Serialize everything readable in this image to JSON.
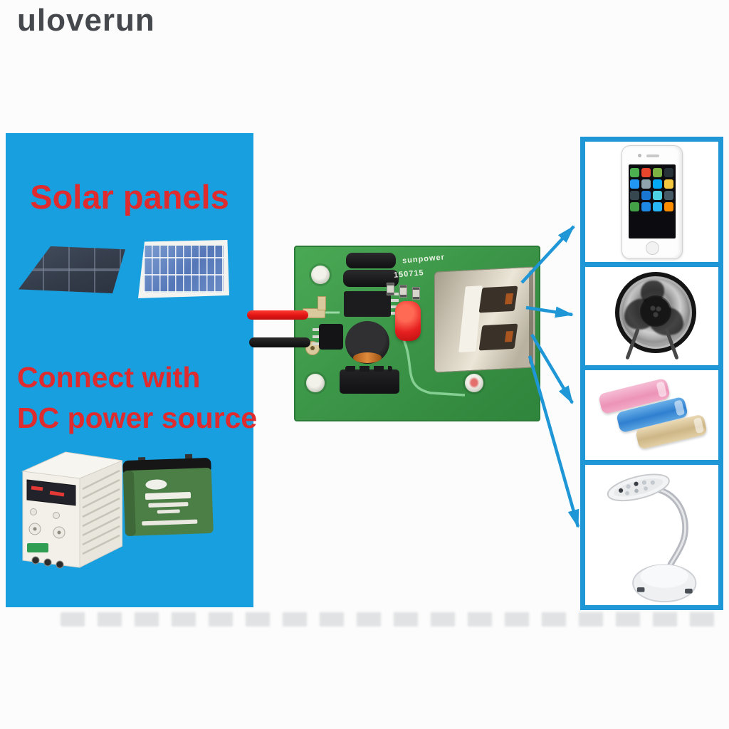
{
  "brand": {
    "watermark_text": "uloverun",
    "text_color": "#45494d"
  },
  "colors": {
    "panel_blue": "#189fe0",
    "heading_red": "#df2b2e",
    "connector_blue": "#1f96d6",
    "pcb_green": "#3f9c4a"
  },
  "left_panel": {
    "heading": "Solar panels",
    "caption_line1": "Connect with",
    "caption_line2": "DC power source",
    "images": [
      "small-solar-panel",
      "framed-solar-panel",
      "bench-power-supply",
      "lead-acid-battery"
    ]
  },
  "pcb": {
    "silkscreen_brand": "sunpower",
    "silkscreen_code": "150715",
    "wire_positive_color": "#e01414",
    "wire_negative_color": "#111111"
  },
  "devices_panel": {
    "items": [
      "smartphone",
      "usb-fan",
      "power-banks",
      "desk-lamp"
    ]
  },
  "phone": {
    "app_icon_colors": [
      "#4caf50",
      "#e8452c",
      "#7cb342",
      "#263238",
      "#2196f3",
      "#90a4ae",
      "#03a9f4",
      "#f3c73f",
      "#37474f",
      "#1976d2",
      "#4dd0e1",
      "#455a64",
      "#43a047",
      "#1e88e5",
      "#29b6f6",
      "#fb8c00"
    ]
  }
}
